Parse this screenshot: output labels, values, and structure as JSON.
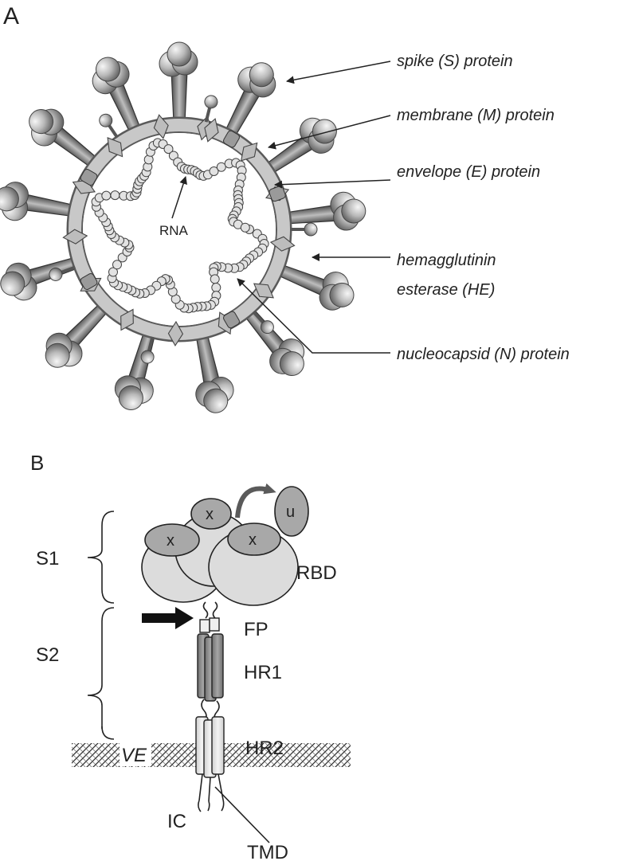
{
  "panel_a": {
    "letter": "A",
    "center_label": "RNA",
    "callouts": {
      "spike": "spike (S) protein",
      "membrane": "membrane (M) protein",
      "envelope": "envelope (E) protein",
      "he_line1": "hemagglutinin",
      "he_line2": "esterase (HE)",
      "nucleocapsid": "nucleocapsid (N) protein"
    }
  },
  "panel_b": {
    "letter": "B",
    "s1": "S1",
    "s2": "S2",
    "rbd": "RBD",
    "fp": "FP",
    "hr1": "HR1",
    "hr2": "HR2",
    "ve": "VE",
    "ic": "IC",
    "tmd": "TMD",
    "x": "x",
    "u": "u"
  },
  "colors": {
    "ink": "#222222",
    "light_gray": "#dcdcdc",
    "mid_gray": "#a8a8a8",
    "dark_gray": "#7a7a7a"
  }
}
